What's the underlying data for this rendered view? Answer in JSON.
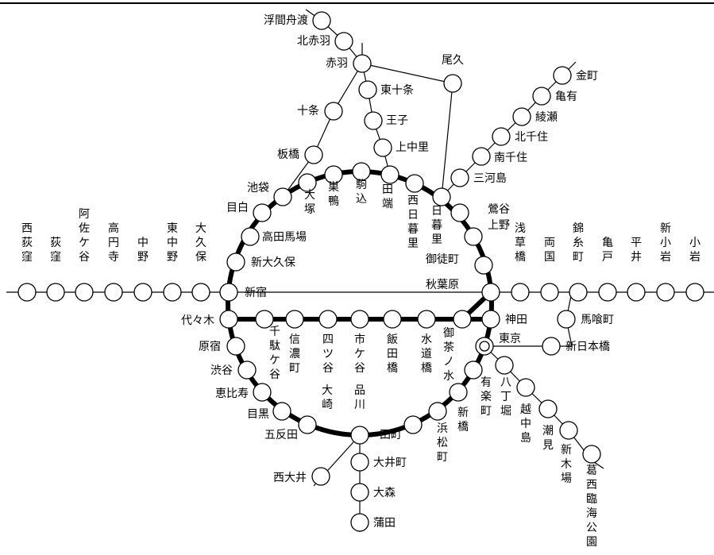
{
  "colors": {
    "line": "#000000",
    "station_fill": "#ffffff",
    "background": "#ffffff"
  },
  "stations": {
    "ukima": "浮間舟渡",
    "kitaakabane": "北赤羽",
    "akabane": "赤羽",
    "oku": "尾久",
    "higashijujo": "東十条",
    "jujo": "十条",
    "oji": "王子",
    "kaminakazato": "上中里",
    "itabashi": "板橋",
    "kanamachi": "金町",
    "kameari": "亀有",
    "ayase": "綾瀬",
    "kitasenju": "北千住",
    "minamisenju": "南千住",
    "mikawashima": "三河島",
    "ikebukuro": "池袋",
    "mejiro": "目白",
    "otsuka": "大塚",
    "sugamo": "巣鴨",
    "komagome": "駒込",
    "tabata": "田端",
    "nishinippori": "西日暮里",
    "nippori": "日暮里",
    "uguisudani": "鶯谷",
    "ueno": "上野",
    "takadanobaba": "高田馬場",
    "shinokubo": "新大久保",
    "okachimachi": "御徒町",
    "akihabara": "秋葉原",
    "shinjuku": "新宿",
    "nishiogikubo": "西荻窪",
    "ogikubo": "荻窪",
    "asagaya": "阿佐ケ谷",
    "koenji": "高円寺",
    "nakano": "中野",
    "higashinakano": "東中野",
    "okubo": "大久保",
    "asakusabashi": "浅草橋",
    "ryogoku": "両国",
    "kinshicho": "錦糸町",
    "kameido": "亀戸",
    "hirai": "平井",
    "shinkoiwa": "新小岩",
    "koiwa": "小岩",
    "yoyogi": "代々木",
    "sendagaya": "千駄ケ谷",
    "shinanomachi": "信濃町",
    "yotsuya": "四ツ谷",
    "ichigaya": "市ケ谷",
    "iidabashi": "飯田橋",
    "suidobashi": "水道橋",
    "ochanomizu": "御茶ノ水",
    "kanda": "神田",
    "tokyo": "東京",
    "bakurocho": "馬喰町",
    "shinnihombashi": "新日本橋",
    "harajuku": "原宿",
    "shibuya": "渋谷",
    "ebisu": "恵比寿",
    "meguro": "目黒",
    "gotanda": "五反田",
    "osaki": "大崎",
    "shinagawa": "品川",
    "yurakucho": "有楽町",
    "shimbashi": "新橋",
    "hamamatsucho": "浜松町",
    "tamachi": "田町",
    "hatchobori": "八丁堀",
    "etchujima": "越中島",
    "shiomi": "潮見",
    "shinkiba": "新木場",
    "kasairinkai": "葛西臨海公園",
    "nishioi": "西大井",
    "oimachi": "大井町",
    "omori": "大森",
    "kamata": "蒲田"
  }
}
